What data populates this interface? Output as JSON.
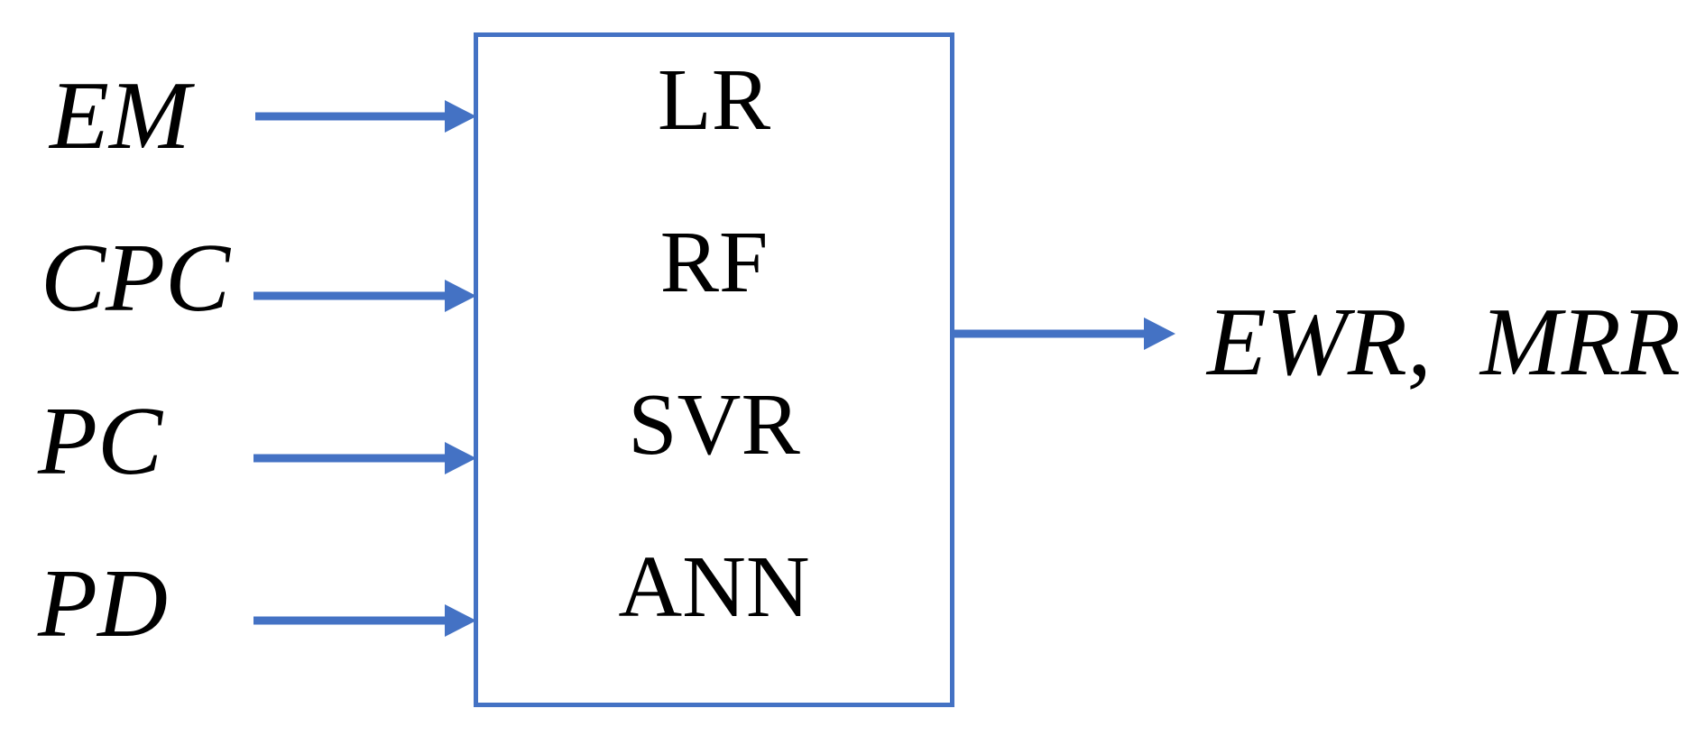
{
  "diagram": {
    "type": "block-flow-diagram",
    "title": "",
    "accent_color": "#4472C4",
    "text_color": "#000000",
    "background_color": "#FFFFFF",
    "inputs": [
      {
        "label": "EM",
        "arrow_name": "input-arrow-em"
      },
      {
        "label": "CPC",
        "arrow_name": "input-arrow-cpc"
      },
      {
        "label": "PC",
        "arrow_name": "input-arrow-pc"
      },
      {
        "label": "PD",
        "arrow_name": "input-arrow-pd"
      }
    ],
    "process_box": {
      "name": "model-box",
      "models": [
        {
          "label": "LR"
        },
        {
          "label": "RF"
        },
        {
          "label": "SVR"
        },
        {
          "label": "ANN"
        }
      ]
    },
    "outputs": [
      {
        "label": "EWR,  MRR",
        "arrow_name": "output-arrow"
      }
    ]
  }
}
